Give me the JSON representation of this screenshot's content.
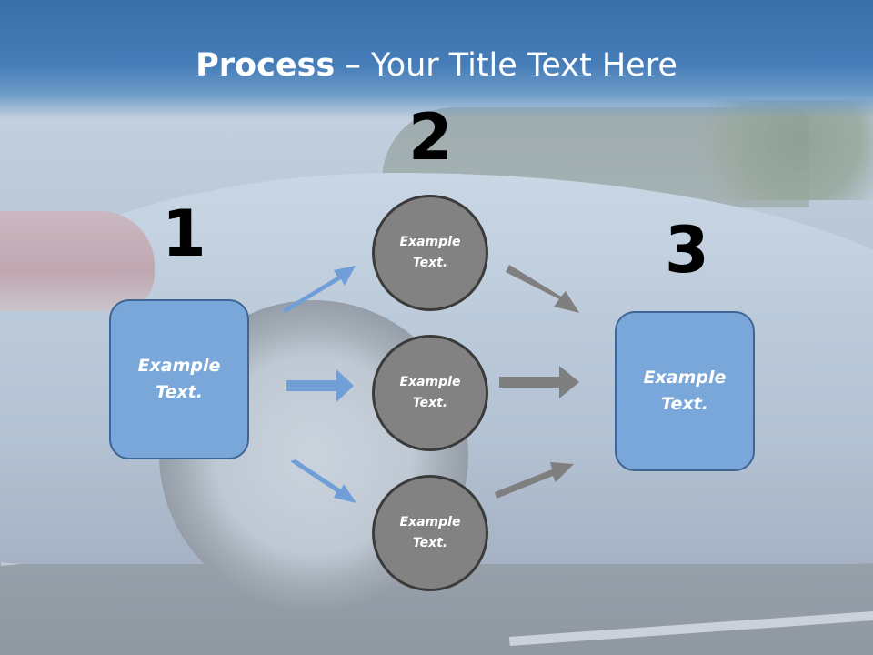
{
  "title": {
    "bold": "Process",
    "rest": " – Your Title Text Here"
  },
  "colors": {
    "title_bar": "#467db8",
    "box_fill": "#7aa7d9",
    "circle_fill": "#828282",
    "arrow_in": "#6f9fd6",
    "arrow_out": "#7f7f7f"
  },
  "steps": [
    {
      "number": "1",
      "label": "Example\nText."
    },
    {
      "number": "2",
      "circles": [
        "Example\nText.",
        "Example\nText.",
        "Example\nText."
      ]
    },
    {
      "number": "3",
      "label": "Example\nText."
    }
  ]
}
